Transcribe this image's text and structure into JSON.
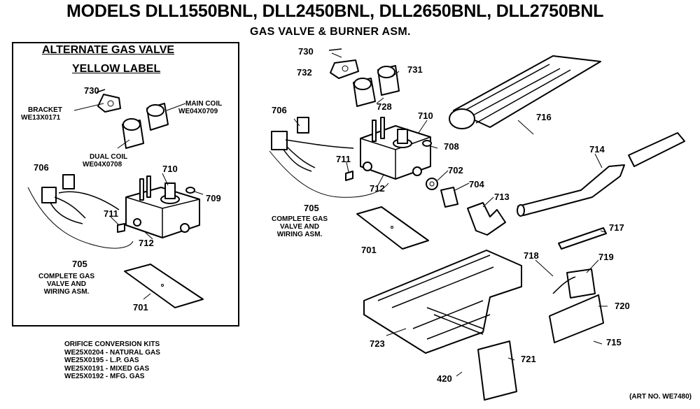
{
  "header": {
    "title": "MODELS DLL1550BNL, DLL2450BNL, DLL2650BNL, DLL2750BNL",
    "subtitle": "GAS VALVE & BURNER ASM."
  },
  "inset": {
    "heading1": "ALTERNATE GAS VALVE",
    "heading2": "YELLOW LABEL",
    "bracket_label": "BRACKET",
    "bracket_part": "WE13X0171",
    "main_coil_label": "MAIN COIL",
    "main_coil_part": "WE04X0709",
    "dual_coil_label": "DUAL COIL",
    "dual_coil_part": "WE04X0708",
    "complete_caption": [
      "COMPLETE GAS",
      "VALVE AND",
      "WIRING ASM."
    ],
    "callouts": {
      "c730": "730",
      "c706": "706",
      "c710": "710",
      "c709": "709",
      "c711": "711",
      "c712": "712",
      "c705": "705",
      "c701": "701"
    }
  },
  "main": {
    "complete_caption": [
      "COMPLETE GAS",
      "VALVE AND",
      "WIRING ASM."
    ],
    "callouts": {
      "c730": "730",
      "c732": "732",
      "c731": "731",
      "c728": "728",
      "c706": "706",
      "c710": "710",
      "c708": "708",
      "c711": "711",
      "c712": "712",
      "c702": "702",
      "c704": "704",
      "c713": "713",
      "c705": "705",
      "c716": "716",
      "c714": "714",
      "c717": "717",
      "c701": "701",
      "c718": "718",
      "c719": "719",
      "c720": "720",
      "c715": "715",
      "c723": "723",
      "c721": "721",
      "c420": "420"
    }
  },
  "conversion_kits": {
    "heading": "ORIFICE CONVERSION KITS",
    "items": [
      "WE25X0204 - NATURAL GAS",
      "WE25X0195 - L.P. GAS",
      "WE25X0191 - MIXED GAS",
      "WE25X0192 - MFG. GAS"
    ]
  },
  "art_number": "(ART NO. WE7480)"
}
